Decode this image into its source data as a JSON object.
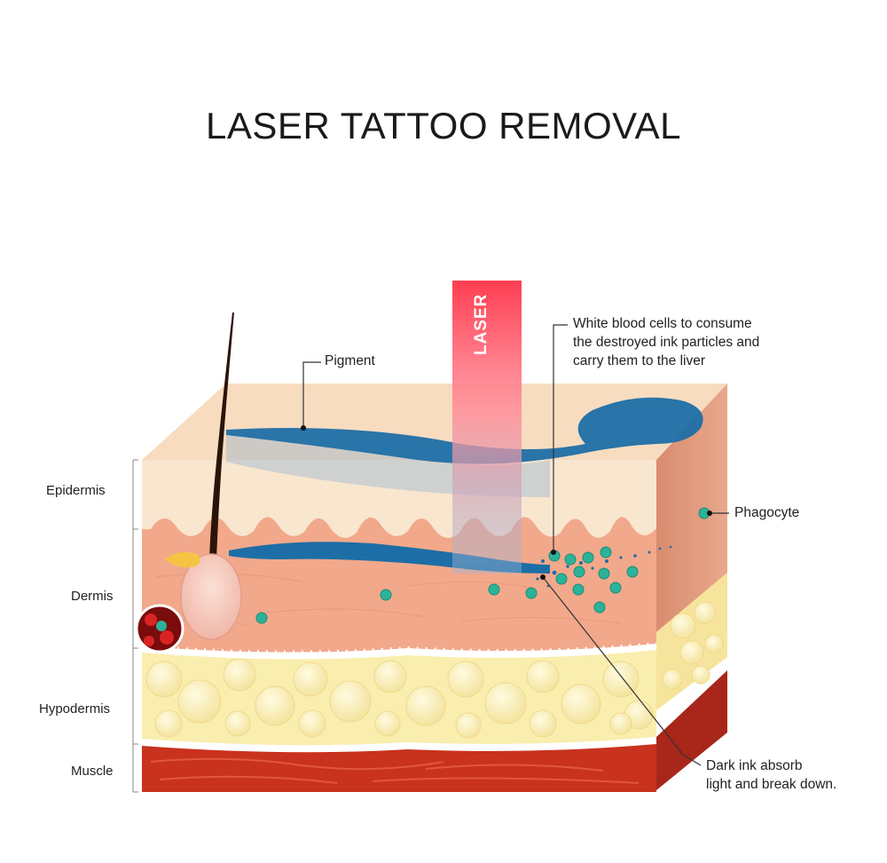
{
  "title": "LASER TATTOO REMOVAL",
  "laser_label": "LASER",
  "layers": {
    "epidermis": "Epidermis",
    "dermis": "Dermis",
    "hypodermis": "Hypodermis",
    "muscle": "Muscle"
  },
  "callouts": {
    "pigment": "Pigment",
    "white_blood_cells": [
      "White blood cells to consume",
      "the destroyed ink particles and",
      "carry them to the liver"
    ],
    "phagocyte": "Phagocyte",
    "dark_ink": [
      "Dark ink absorb",
      "light and break down."
    ]
  },
  "colors": {
    "epidermis": "#f7dcc0",
    "dermis": "#f2a88a",
    "fat": "#f9eeae",
    "muscle": "#c8321e",
    "ink": "#1d6ea6",
    "laser": "#ff4a5c",
    "phagocyte": "#2bb39a"
  }
}
